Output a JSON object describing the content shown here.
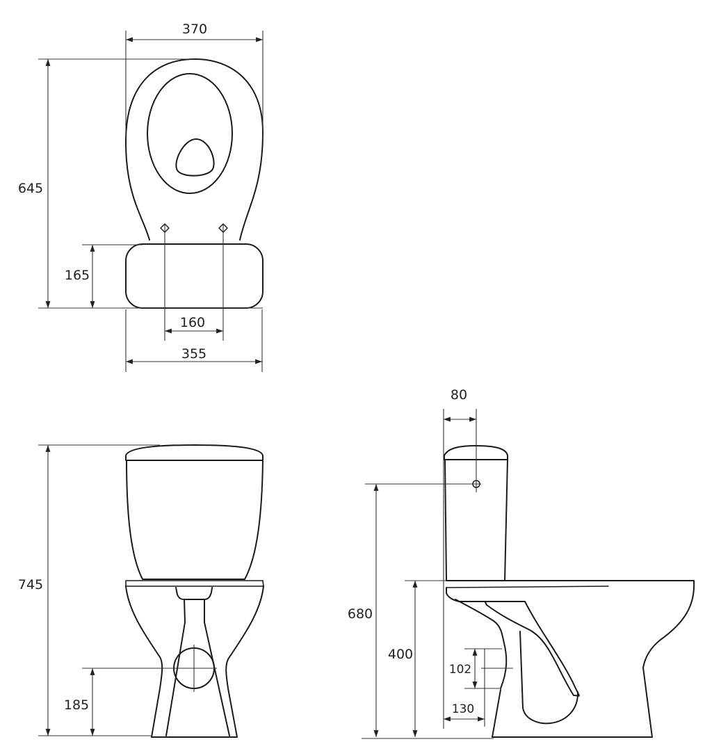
{
  "drawing": {
    "colors": {
      "line": "#1a1a1a",
      "background": "#ffffff"
    },
    "top_view": {
      "dims": {
        "width_overall": "370",
        "length_overall": "645",
        "tank_depth": "165",
        "bolt_spacing": "160",
        "tank_width": "355"
      }
    },
    "front_view": {
      "dims": {
        "height_overall": "745",
        "outlet_height": "185"
      }
    },
    "side_view": {
      "dims": {
        "inlet_offset": "80",
        "inlet_height": "680",
        "seat_height": "400",
        "outlet_diameter": "102",
        "outlet_wall_offset": "130"
      }
    }
  }
}
